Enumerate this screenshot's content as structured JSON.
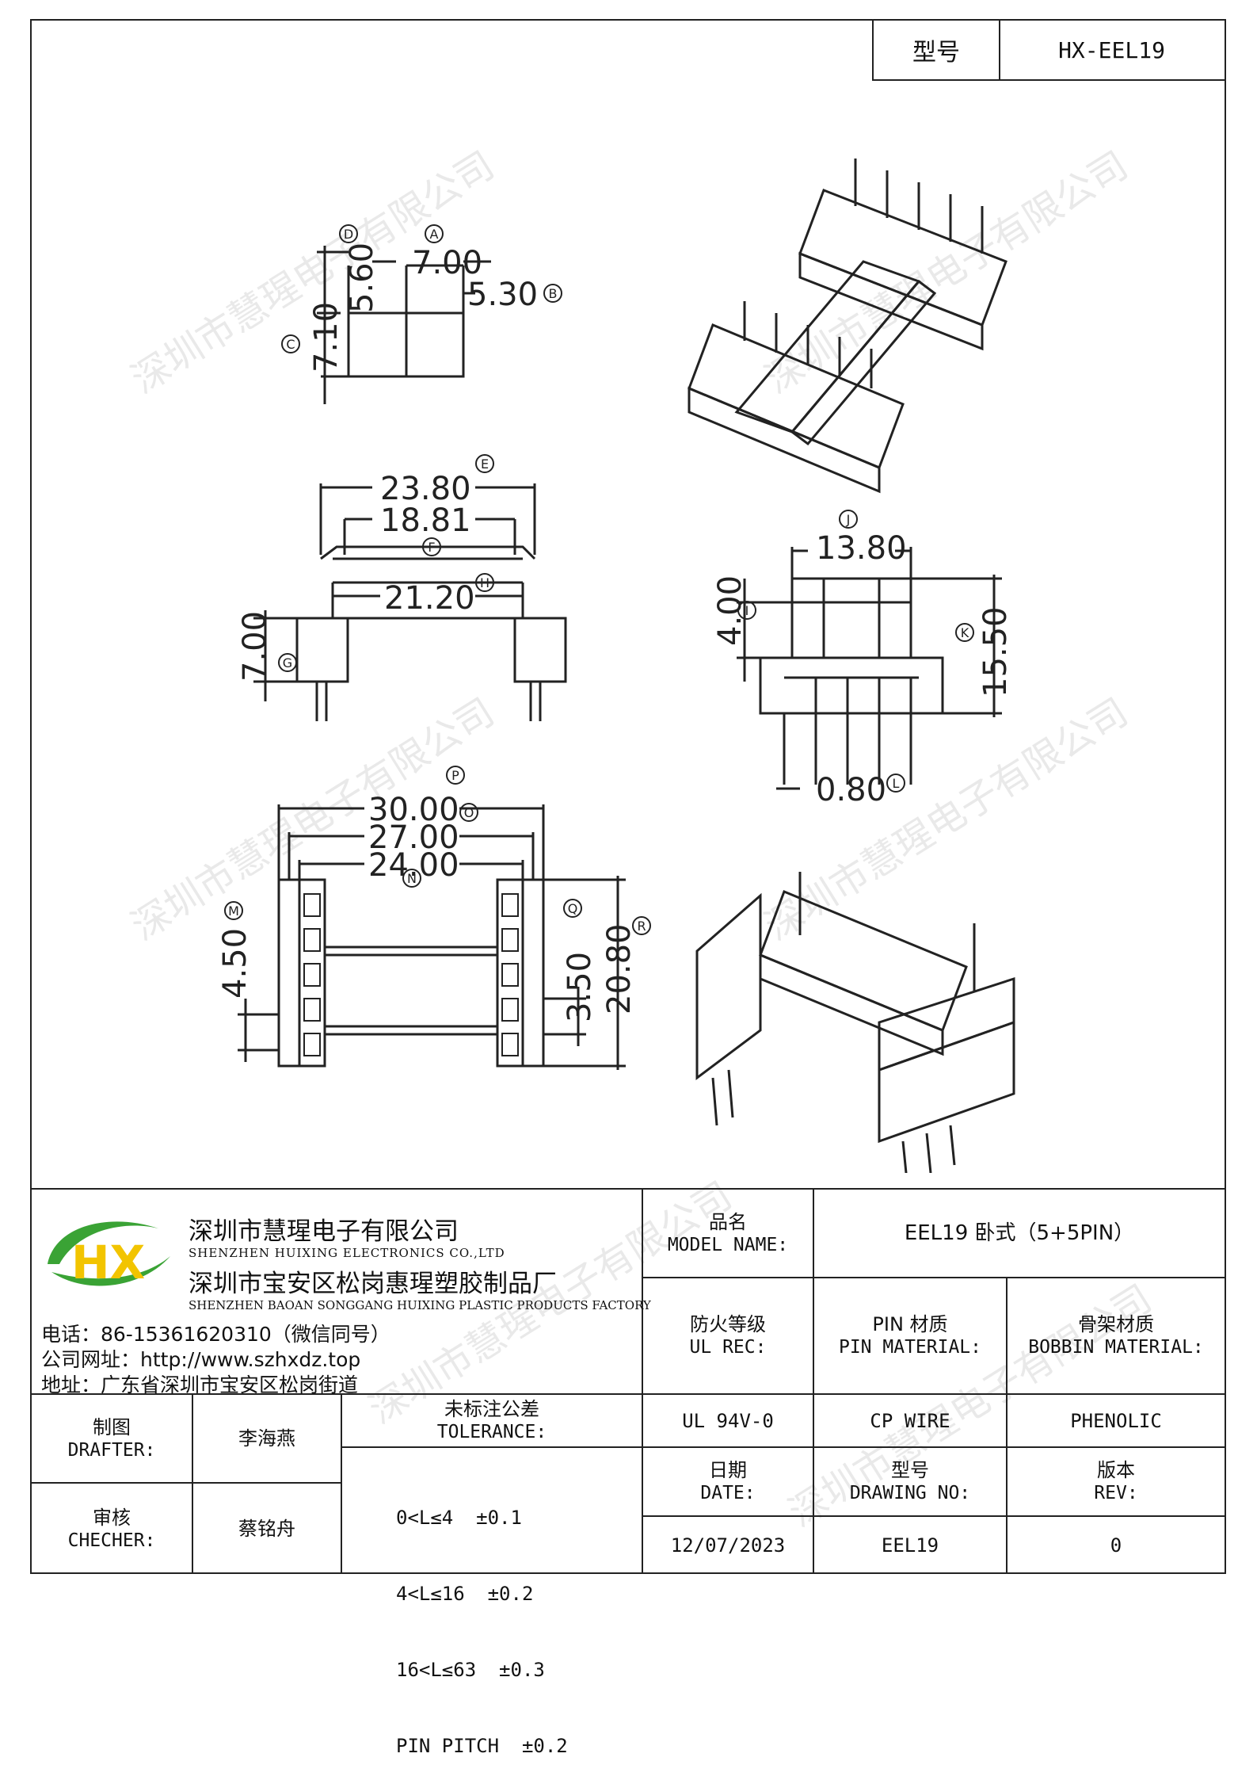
{
  "header": {
    "model_label": "型号",
    "model_value": "HX-EEL19"
  },
  "watermark_text": "深圳市慧瑆电子有限公司",
  "dimensions": {
    "A": "7.00",
    "B": "5.30",
    "C": "7.10",
    "D": "5.60",
    "E": "23.80",
    "F": "18.81",
    "H": "21.20",
    "G": "7.00",
    "J": "13.80",
    "I": "4.00",
    "K": "15.50",
    "L": "0.80",
    "P": "30.00",
    "O": "27.00",
    "N": "24.00",
    "M": "4.50",
    "Q": "3.50",
    "R": "20.80"
  },
  "dimension_letters": {
    "A": "A",
    "B": "B",
    "C": "C",
    "D": "D",
    "E": "E",
    "F": "F",
    "G": "G",
    "H": "H",
    "I": "I",
    "J": "J",
    "K": "K",
    "L": "L",
    "M": "M",
    "N": "N",
    "O": "O",
    "P": "P",
    "Q": "Q",
    "R": "R"
  },
  "company": {
    "logo_text": "HX",
    "name_cn": "深圳市慧瑆电子有限公司",
    "name_en": "SHENZHEN HUIXING ELECTRONICS CO.,LTD",
    "factory_cn": "深圳市宝安区松岗惠瑆塑胶制品厂",
    "factory_en": "SHENZHEN BAOAN SONGGANG HUIXING PLASTIC PRODUCTS FACTORY",
    "phone": "电话：86-15361620310（微信同号）",
    "website": "公司网址：http://www.szhxdz.top",
    "address": "地址：广东省深圳市宝安区松岗街道"
  },
  "title_block": {
    "model_name_cn": "品名",
    "model_name_en": "MODEL NAME:",
    "model_name_value": "EEL19 卧式（5+5PIN）",
    "ul_cn": "防火等级",
    "ul_en": "UL REC:",
    "pin_cn": "PIN 材质",
    "pin_en": "PIN MATERIAL:",
    "bobbin_cn": "骨架材质",
    "bobbin_en": "BOBBIN MATERIAL:",
    "drafter_cn": "制图",
    "drafter_en": "DRAFTER:",
    "drafter_name": "李海燕",
    "checker_cn": "审核",
    "checker_en": "CHECHER:",
    "checker_name": "蔡铭舟",
    "tolerance_cn": "未标注公差",
    "tolerance_en": "TOLERANCE:",
    "tolerance_lines": [
      "0<L≤4  ±0.1",
      "4<L≤16  ±0.2",
      "16<L≤63  ±0.3",
      "PIN PITCH  ±0.2"
    ],
    "ul_value": "UL 94V-0",
    "pin_value": "CP WIRE",
    "bobbin_value": "PHENOLIC",
    "date_cn": "日期",
    "date_en": "DATE:",
    "drawing_cn": "型号",
    "drawing_en": "DRAWING NO:",
    "rev_cn": "版本",
    "rev_en": "REV:",
    "date_value": "12/07/2023",
    "drawing_value": "EEL19",
    "rev_value": "0"
  },
  "colors": {
    "logo_green": "#3aa335",
    "logo_yellow": "#f2c400",
    "logo_blue": "#1e5ea8"
  }
}
